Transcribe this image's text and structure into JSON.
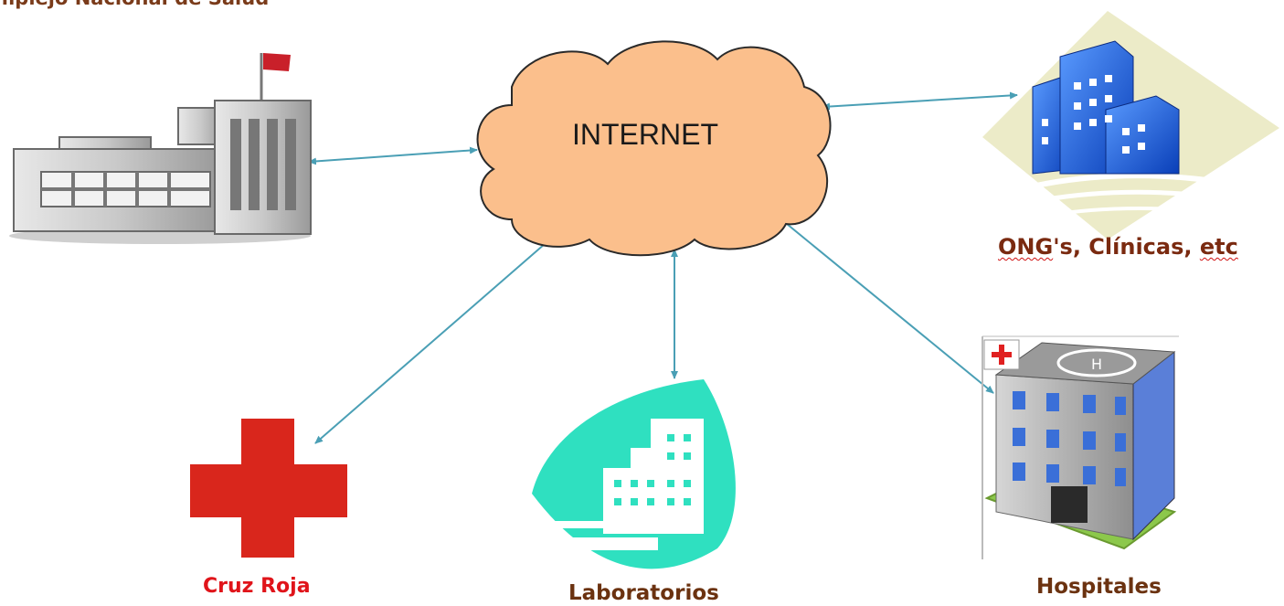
{
  "title": "omplejo Nacional de Salud",
  "center_label": "INTERNET",
  "nodes": {
    "ministry": {
      "label": "omplejo Nacional de Salud"
    },
    "ong": {
      "label_parts": [
        "ONG",
        "'s, Clínicas, ",
        "etc"
      ]
    },
    "cruz_roja": {
      "label": "Cruz Roja"
    },
    "laboratorios": {
      "label": "Laboratorios"
    },
    "hospitales": {
      "label": "Hospitales"
    }
  },
  "colors": {
    "cloud_fill": "#fbbf8c",
    "cloud_stroke": "#2a2a2a",
    "arrow": "#4a9fb5",
    "cross": "#d9261c",
    "lab": "#2fe0c0",
    "building_blue": "#1f5fe0",
    "label_dark": "#6b3210",
    "label_red": "#e0141a"
  },
  "icons": [
    "government-building-icon",
    "internet-cloud-icon",
    "office-buildings-icon",
    "red-cross-icon",
    "laboratory-icon",
    "hospital-icon"
  ]
}
